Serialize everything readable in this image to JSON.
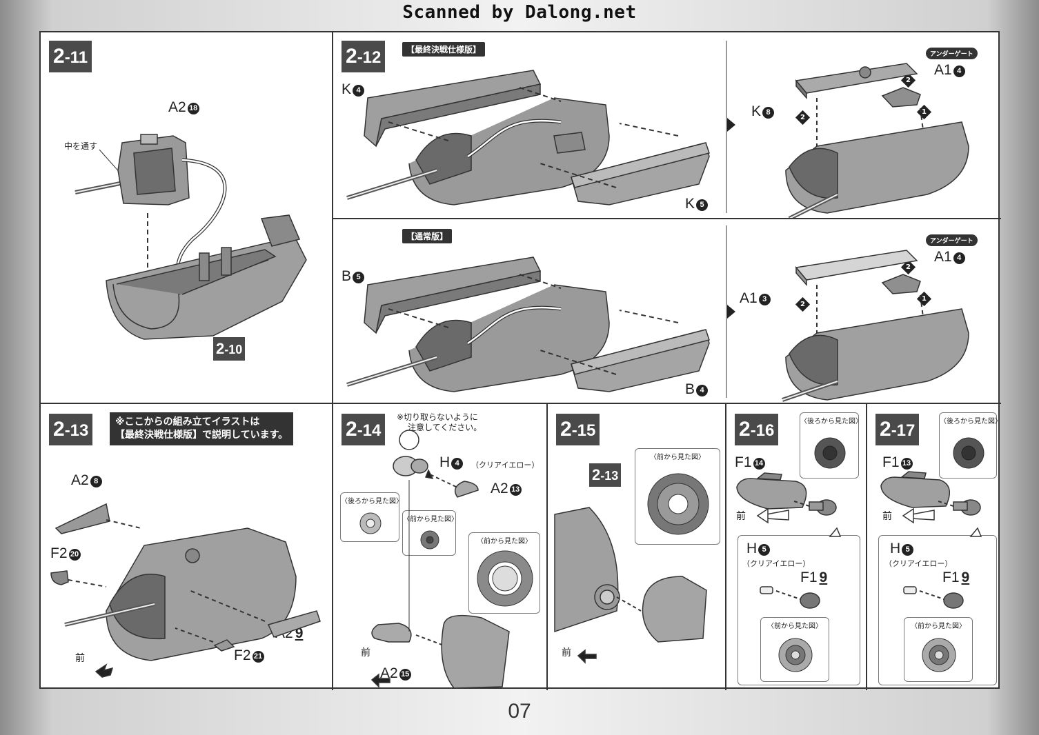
{
  "watermark": "Scanned by Dalong.net",
  "page_number": "07",
  "steps": {
    "s2_11": {
      "step_major": "2",
      "step_minor": "-11",
      "part": "A2",
      "part_num": "18",
      "note": "中を通す",
      "ref_major": "2",
      "ref_minor": "-10"
    },
    "s2_12": {
      "step_major": "2",
      "step_minor": "-12",
      "final_tag": "【最終決戦仕様版】",
      "normal_tag": "【通常版】",
      "underg_tag": "アンダーゲート",
      "final_left": [
        {
          "part": "K",
          "num": "4"
        },
        {
          "part": "K",
          "num": "5"
        }
      ],
      "final_right": [
        {
          "part": "K",
          "num": "8"
        },
        {
          "part": "A1",
          "num": "4"
        }
      ],
      "normal_left": [
        {
          "part": "B",
          "num": "5"
        },
        {
          "part": "B",
          "num": "4"
        }
      ],
      "normal_right": [
        {
          "part": "A1",
          "num": "3"
        },
        {
          "part": "A1",
          "num": "4"
        }
      ],
      "order_1": "1",
      "order_2": "2"
    },
    "s2_13": {
      "step_major": "2",
      "step_minor": "-13",
      "note_line1": "※ここからの組み立てイラストは",
      "note_line2": "【最終決戦仕様版】で説明しています。",
      "parts": [
        {
          "part": "A2",
          "num": "8"
        },
        {
          "part": "F2",
          "num": "20"
        },
        {
          "part": "A2",
          "num": "9"
        },
        {
          "part": "F2",
          "num": "21"
        }
      ],
      "front": "前"
    },
    "s2_14": {
      "step_major": "2",
      "step_minor": "-14",
      "note_line1": "※切り取らないように",
      "note_line2": "注意してください。",
      "h_part": "H",
      "h_num": "4",
      "h_color": "（クリアイエロー）",
      "a2_part": "A2",
      "a2_num": "13",
      "a2b_part": "A2",
      "a2b_num": "15",
      "rear_view": "〈後ろから見た図〉",
      "front_view": "〈前から見た図〉",
      "front": "前"
    },
    "s2_15": {
      "step_major": "2",
      "step_minor": "-15",
      "ref_major": "2",
      "ref_minor": "-13",
      "front_view": "〈前から見た図〉",
      "front": "前"
    },
    "s2_16": {
      "step_major": "2",
      "step_minor": "-16",
      "f_part": "F1",
      "f_num": "14",
      "h_part": "H",
      "h_num": "5",
      "h_color": "（クリアイエロー）",
      "f2_part": "F1",
      "f2_num": "9",
      "rear_view": "〈後ろから見た図〉",
      "front_view": "〈前から見た図〉",
      "front": "前"
    },
    "s2_17": {
      "step_major": "2",
      "step_minor": "-17",
      "f_part": "F1",
      "f_num": "13",
      "h_part": "H",
      "h_num": "5",
      "h_color": "（クリアイエロー）",
      "f2_part": "F1",
      "f2_num": "9",
      "rear_view": "〈後ろから見た図〉",
      "front_view": "〈前から見た図〉",
      "front": "前"
    }
  }
}
